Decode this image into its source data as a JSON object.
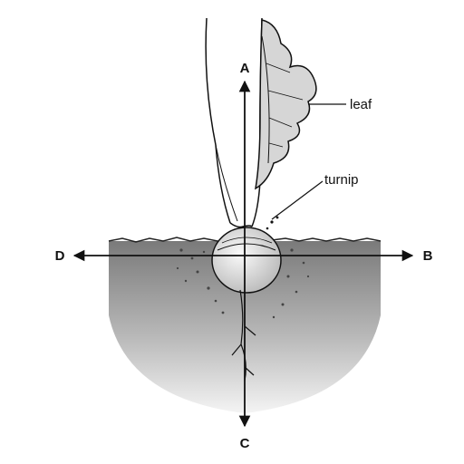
{
  "diagram": {
    "labels": {
      "up": "A",
      "right": "B",
      "down": "C",
      "left": "D",
      "leaf": "leaf",
      "turnip": "turnip"
    },
    "colors": {
      "soil_top": "#7a7a7a",
      "soil_bottom": "#f4f4f4",
      "leaf_fill": "#d6d6d6",
      "bulb_fill": "#e8e8e8",
      "ink": "#111111"
    }
  }
}
